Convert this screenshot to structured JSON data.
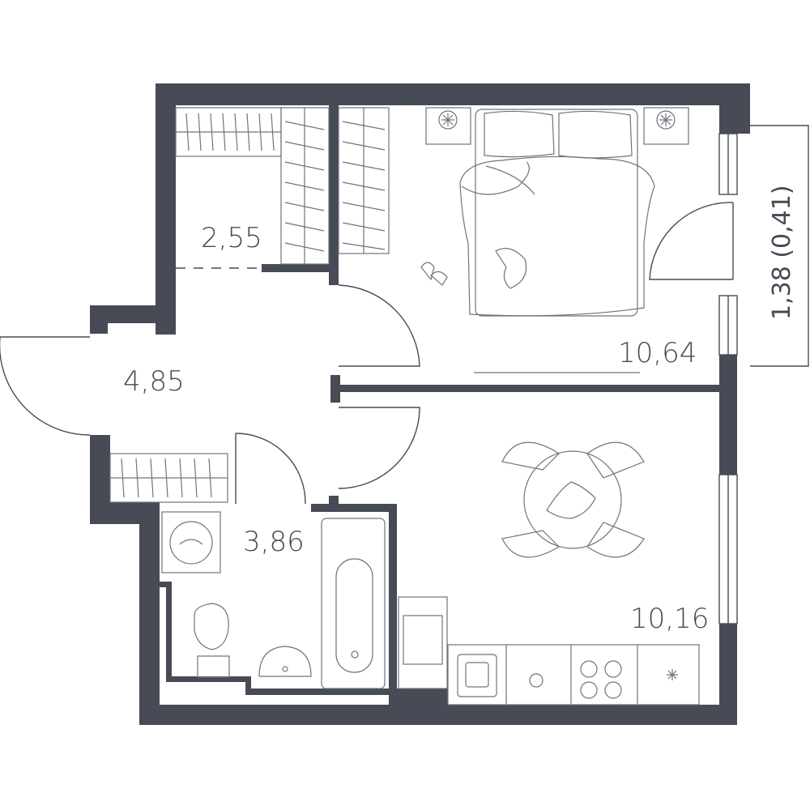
{
  "floor_plan": {
    "rooms": [
      {
        "id": "wardrobe",
        "area": "2,55"
      },
      {
        "id": "bedroom",
        "area": "10,64"
      },
      {
        "id": "hallway",
        "area": "4,85"
      },
      {
        "id": "bathroom",
        "area": "3,86"
      },
      {
        "id": "kitchen",
        "area": "10,16"
      }
    ],
    "balcony_dimension": "1,38 (0,41)"
  },
  "colors": {
    "wall": "#474b55",
    "furniture_line": "#6f737c",
    "background": "#ffffff"
  }
}
